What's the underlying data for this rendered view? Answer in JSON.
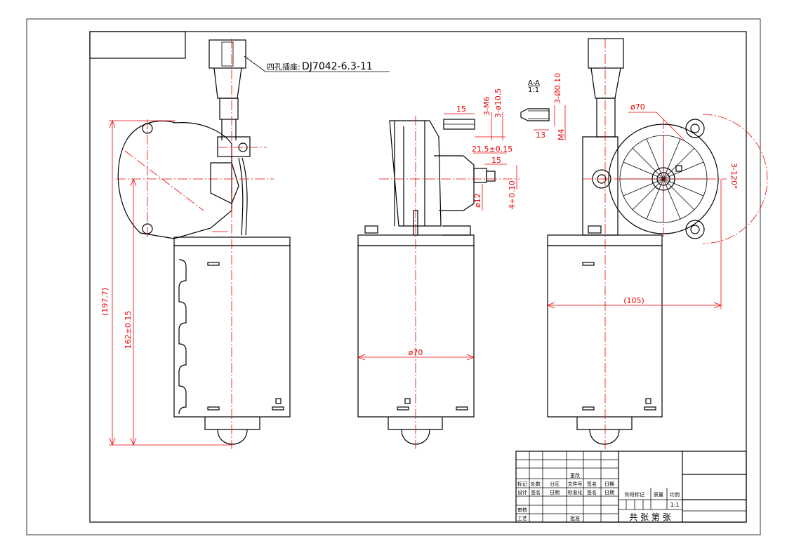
{
  "connector_label": "四孔插座:",
  "connector_part": "DJ7042-6.3-11",
  "section": {
    "name": "A-A",
    "scale": "1:1",
    "thread": "M4",
    "length": "13",
    "hole": "3-Ø0.10"
  },
  "dims": {
    "overall_height": "(197.7)",
    "body_height": "162±0.15",
    "diameter_body": "ø70",
    "diameter_gear": "ø70",
    "width": "(105)",
    "flange_15": "15",
    "shaft_15": "15",
    "m6": "3-M6",
    "bolt_circle": "3-ø10.5",
    "key": "21.5±0.15",
    "shaft_dia": "ø12",
    "shaft_tol": "4+0.10",
    "angle": "3-120°"
  },
  "title_block": {
    "r1": [
      "",
      "",
      "",
      "更改",
      "",
      ""
    ],
    "headers1": [
      "标记",
      "处数",
      "分区",
      "文件号",
      "签名",
      "日期"
    ],
    "headers2": [
      "设计",
      "签名",
      "日期",
      "标准化",
      "签名",
      "日期"
    ],
    "review": "审核",
    "process": "工艺",
    "approve": "批准",
    "stage": "阶段标记",
    "weight": "质量",
    "ratio": "比例",
    "ratio_value": "1:1",
    "sheets": "共  张  第  张"
  }
}
